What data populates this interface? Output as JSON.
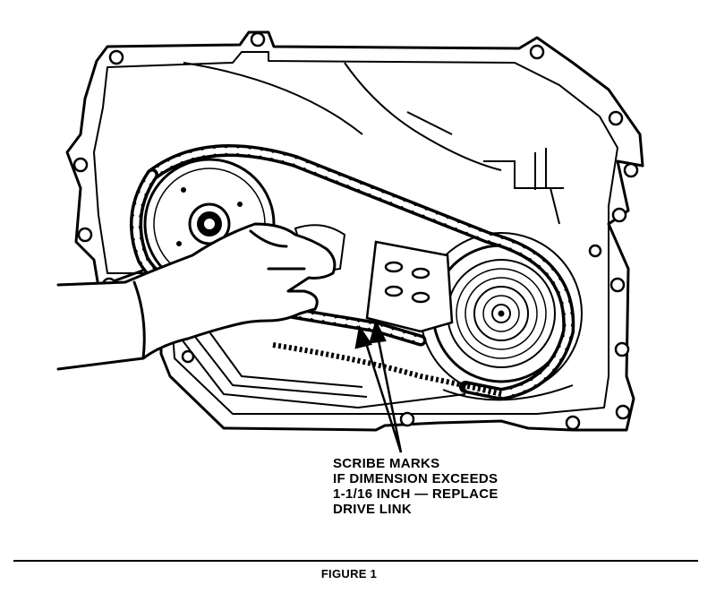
{
  "callout": {
    "lines": [
      "SCRIBE MARKS",
      "IF DIMENSION EXCEEDS",
      "1-1/16 INCH — REPLACE",
      "DRIVE LINK"
    ]
  },
  "caption": "FIGURE 1"
}
